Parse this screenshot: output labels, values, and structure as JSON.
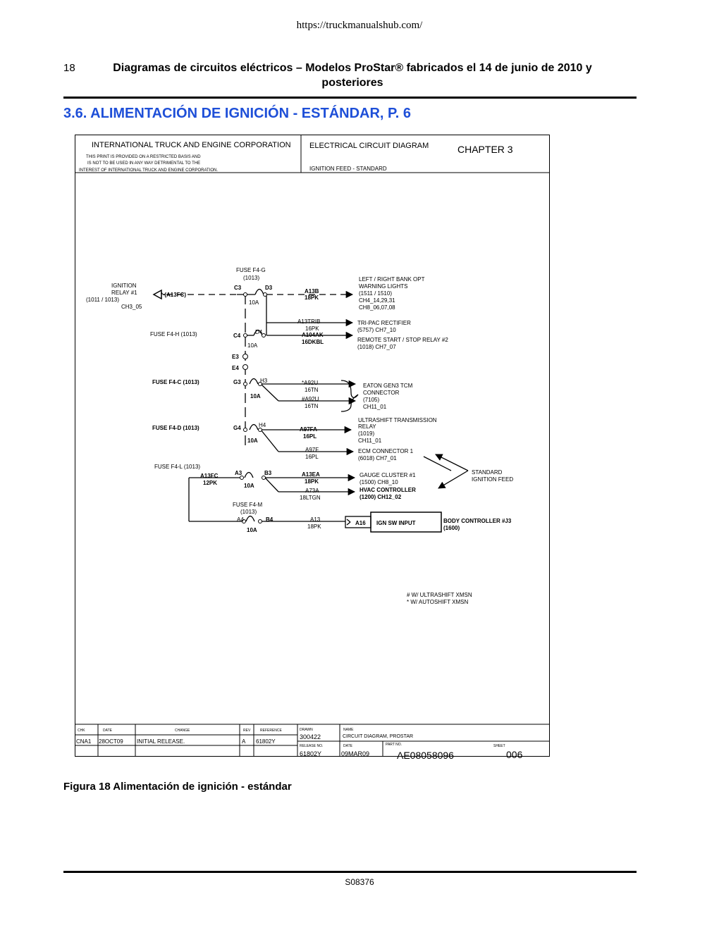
{
  "page": {
    "url": "https://truckmanualshub.com/",
    "page_number": "18",
    "header_title": "Diagramas de circuitos eléctricos – Modelos ProStar® fabricados el 14 de junio de 2010 y posteriores",
    "section_title": "3.6.  ALIMENTACIÓN DE IGNICIÓN - ESTÁNDAR, P. 6",
    "figure_caption": "Figura 18    Alimentación de ignición - estándar",
    "footer_code": "S08376"
  },
  "diagram": {
    "title_block": {
      "company": "INTERNATIONAL TRUCK AND ENGINE CORPORATION",
      "notice_1": "THIS PRINT IS PROVIDED ON A RESTRICTED BASIS AND",
      "notice_2": "IS NOT TO BE USED IN ANY WAY DETRIMENTAL TO THE",
      "notice_3": "INTEREST OF INTERNATIONAL TRUCK AND ENGINE CORPORATION.",
      "diagram_type": "ELECTRICAL CIRCUIT DIAGRAM",
      "chapter": "CHAPTER 3",
      "subtitle": "IGNITION FEED - STANDARD"
    },
    "labels": {
      "fuse_f4g": "FUSE F4-G",
      "fuse_f4g_code": "(1013)",
      "ign_relay_1": "IGNITION",
      "ign_relay_2": "RELAY #1",
      "ign_relay_3": "(1011 / 1013)",
      "ign_relay_4": "CH3_05",
      "a13fc_conn": "* (A13FC)",
      "c3": "C3",
      "d3": "D3",
      "amp_g": "10A",
      "a13b": "A13B",
      "a13b_ga": "18PK",
      "lr_1": "LEFT / RIGHT BANK OPT",
      "lr_2": "WARNING LIGHTS",
      "lr_3": "(1511 / 1510)",
      "lr_4": "CH4_14,29,31",
      "lr_5": "CH8_06,07,08",
      "a13trib": "A13TRIB",
      "a13trib_ga": "16PK",
      "tripac_1": "TRI-PAC RECTIFIER",
      "tripac_2": "(5757) CH7_10",
      "fuse_f4h": "FUSE F4-H (1013)",
      "c4": "C4",
      "d4": "D4",
      "amp_h": "10A",
      "a104ak": "A104AK",
      "a104ak_ga": "16DKBL",
      "remote_1": "REMOTE START / STOP RELAY #2",
      "remote_2": "(1018) CH7_07",
      "e3": "E3",
      "e4": "E4",
      "fuse_f4c": "FUSE F4-C (1013)",
      "g3": "G3",
      "h3": "H3",
      "amp_c": "10A",
      "a92u_star": "*A92U",
      "a92u_star_ga": "16TN",
      "a92u_hash": "#A92U",
      "a92u_hash_ga": "16TN",
      "eaton_1": "EATON GEN3 TCM",
      "eaton_2": "CONNECTOR",
      "eaton_3": "(7105)",
      "eaton_4": "CH11_01",
      "fuse_f4d": "FUSE F4-D (1013)",
      "g4": "G4",
      "h4": "H4",
      "amp_d": "10A",
      "a97fa": "A97FA",
      "a97fa_ga": "16PL",
      "ultra_1": "ULTRASHIFT TRANSMISSION",
      "ultra_2": "RELAY",
      "ultra_3": "(1019)",
      "ultra_4": "CH11_01",
      "a97f": "A97F",
      "a97f_ga": "16PL",
      "ecm_1": "ECM CONNECTOR 1",
      "ecm_2": "(6018) CH7_01",
      "fuse_f4l": "FUSE F4-L (1013)",
      "a13fc_wire": "A13FC",
      "a13fc_ga": "12PK",
      "a3": "A3",
      "b3": "B3",
      "amp_l": "10A",
      "a13ea": "A13EA",
      "a13ea_ga": "18PK",
      "gauge_1": "GAUGE CLUSTER #1",
      "gauge_2": "(1500) CH8_10",
      "a73a": "A73A",
      "a73a_ga": "18LTGN",
      "hvac_1": "HVAC CONTROLLER",
      "hvac_2": "(1200) CH12_02",
      "std_1": "STANDARD",
      "std_2": "IGNITION FEED",
      "fuse_f4m": "FUSE F4-M",
      "fuse_f4m_code": "(1013)",
      "a4": "A4",
      "b4": "B4",
      "amp_m": "10A",
      "a13": "A13",
      "a13_ga": "18PK",
      "a16": "A16",
      "ign_sw": "IGN SW INPUT",
      "body_1": "BODY CONTROLLER #J3",
      "body_2": "(1600)",
      "note_1": "# W/ ULTRASHIFT XMSN",
      "note_2": "* W/ AUTOSHIFT XMSN"
    },
    "revision_block": {
      "h_chk": "CHK",
      "h_date": "DATE",
      "h_change": "CHANGE",
      "h_rev": "REV",
      "h_reference": "REFERENCE",
      "chk": "CNA1",
      "date": "28OCT09",
      "change": "INITIAL RELEASE.",
      "rev": "A",
      "reference": "61802Y",
      "h_drawn": "DRAWN",
      "drawn": "300422",
      "h_name": "NAME",
      "name": "CIRCUIT DIAGRAM, PROSTAR",
      "h_release": "RELEASE NO.",
      "release": "61802Y",
      "h_date2": "DATE",
      "date2": "09MAR09",
      "h_part": "PART NO.",
      "part": "AE08058096",
      "h_sheet": "SHEET",
      "sheet": "006"
    }
  }
}
